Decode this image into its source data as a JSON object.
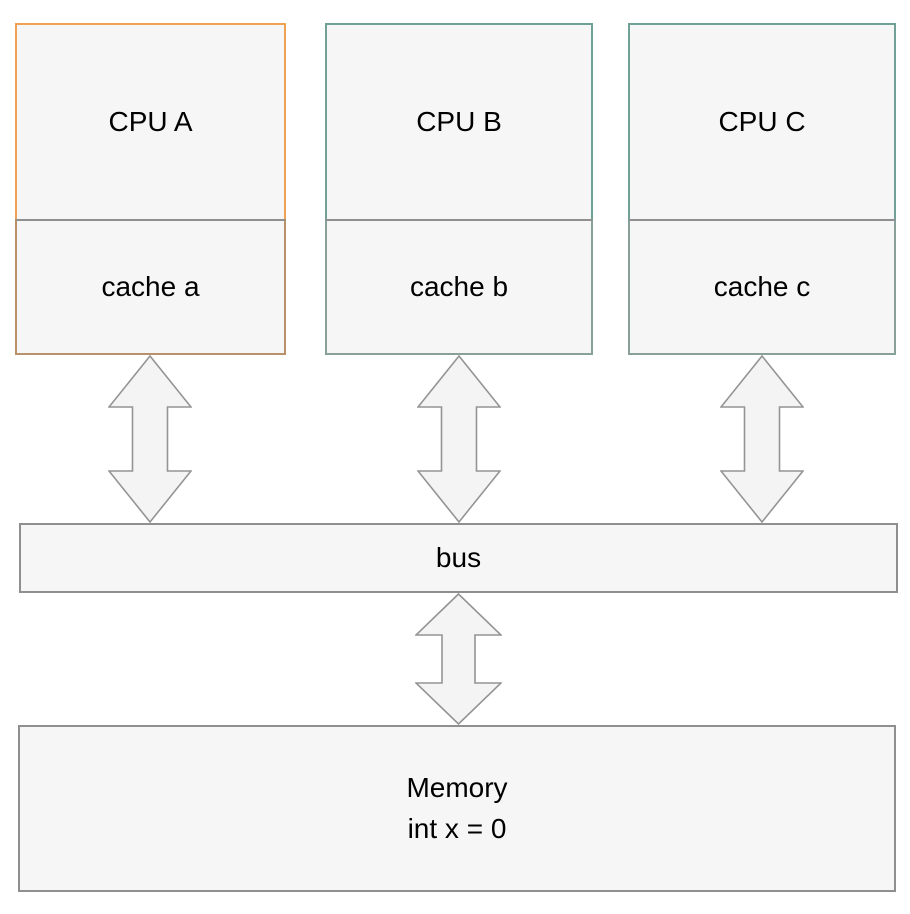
{
  "colors": {
    "cpu_a_border": "#f0a254",
    "cache_a_border": "#b8916a",
    "cpu_b_border": "#70a096",
    "cache_b_border": "#87a09a",
    "cpu_c_border": "#70a096",
    "cache_c_border": "#87a09a",
    "neutral_border": "#8f8f8f",
    "arrow_fill": "#f4f4f4",
    "arrow_stroke": "#949494",
    "box_fill": "#f6f6f6"
  },
  "columns": [
    {
      "cpu_label": "CPU A",
      "cache_label": "cache a"
    },
    {
      "cpu_label": "CPU B",
      "cache_label": "cache b"
    },
    {
      "cpu_label": "CPU C",
      "cache_label": "cache c"
    }
  ],
  "bus": {
    "label": "bus"
  },
  "memory": {
    "title": "Memory",
    "value_line": "int x = 0"
  }
}
